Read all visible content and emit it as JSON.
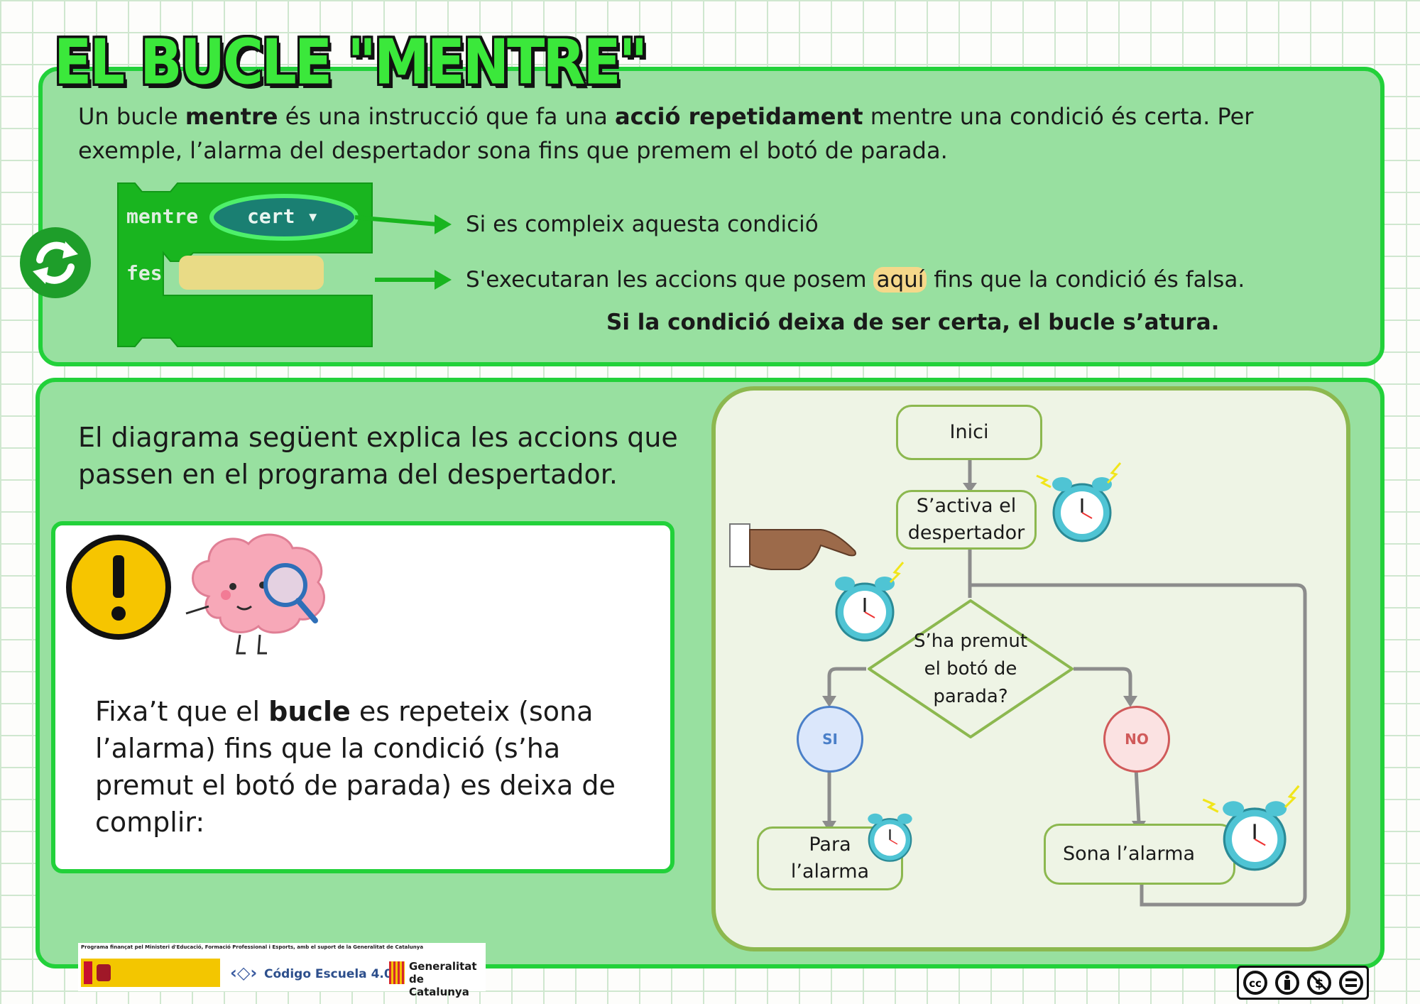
{
  "title": "EL BUCLE \"MENTRE\"",
  "intro": {
    "t1": "Un bucle ",
    "b1": "mentre",
    "t2": " és una instrucció que fa una ",
    "b2": "acció repetidament",
    "t3": " mentre una condició és certa.  Per exemple, l’alarma del despertador sona fins que premem el botó de parada."
  },
  "block": {
    "keyword": "mentre",
    "condition": "cert ▾",
    "do": "fes"
  },
  "explanations": {
    "condition": "Si es compleix aquesta condició",
    "actions_before": "S'executaran les accions que posem ",
    "actions_highlight": "aquí",
    "actions_after": " fins que la condició és falsa.",
    "stop": "Si la condició deixa de ser certa, el bucle s’atura."
  },
  "diagram_intro": "El diagrama següent explica les accions que passen en el programa del despertador.",
  "note": {
    "t1": "Fixa’t que el ",
    "b1": "bucle",
    "t2": " es repeteix (sona l’alarma) fins que la condició (s’ha premut el botó de parada) es deixa de complir:"
  },
  "flow": {
    "start": "Inici",
    "activate": "S’activa el despertador",
    "decision": "S’ha premut el botó de parada?",
    "yes": "SI",
    "no": "NO",
    "stop_alarm": "Para l’alarma",
    "ring_alarm": "Sona  l’alarma"
  },
  "footer": {
    "funding": "Programa finançat pel Ministeri d'Educació, Formació Professional i Esports, amb el suport de la Generalitat de Catalunya",
    "codigo": "Código Escuela 4.0",
    "generalitat_1": "Generalitat",
    "generalitat_2": "de Catalunya"
  },
  "license_icons": [
    "cc-icon",
    "by-icon",
    "nc-icon",
    "nd-icon"
  ],
  "colors": {
    "panel": "#98e0a0",
    "panel_border": "#22d13a",
    "block": "#19b51f",
    "yes": "#4a7fc8",
    "no": "#d05a5a"
  }
}
